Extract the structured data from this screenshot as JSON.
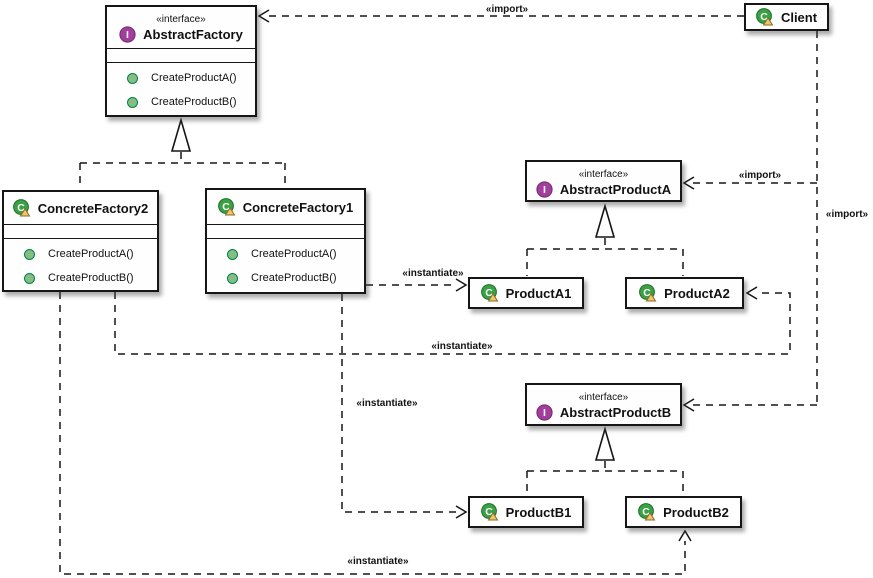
{
  "classes": {
    "abstract_factory": {
      "stereotype": "«interface»",
      "name": "AbstractFactory",
      "methods": [
        "CreateProductA()",
        "CreateProductB()"
      ]
    },
    "client": {
      "name": "Client"
    },
    "concrete_factory2": {
      "name": "ConcreteFactory2",
      "methods": [
        "CreateProductA()",
        "CreateProductB()"
      ]
    },
    "concrete_factory1": {
      "name": "ConcreteFactory1",
      "methods": [
        "CreateProductA()",
        "CreateProductB()"
      ]
    },
    "abstract_product_a": {
      "stereotype": "«interface»",
      "name": "AbstractProductA"
    },
    "product_a1": {
      "name": "ProductA1"
    },
    "product_a2": {
      "name": "ProductA2"
    },
    "abstract_product_b": {
      "stereotype": "«interface»",
      "name": "AbstractProductB"
    },
    "product_b1": {
      "name": "ProductB1"
    },
    "product_b2": {
      "name": "ProductB2"
    }
  },
  "icons": {
    "interface_letter": "I",
    "class_letter": "C"
  },
  "edge_labels": {
    "client_imports_abstract_factory": "«import»",
    "client_imports_abstract_product_a": "«import»",
    "client_imports_abstract_product_b": "«import»",
    "factory1_instantiates_product_a1": "«instantiate»",
    "factory2_instantiates_product_a2": "«instantiate»",
    "factory1_instantiates_product_b1": "«instantiate»",
    "factory2_instantiates_product_b2": "«instantiate»"
  },
  "colors": {
    "class_icon_green": "#3BA145",
    "interface_icon_purple": "#A33E9D",
    "method_public_green": "#84BE84",
    "warning_triangle_yellow": "#EFC66B",
    "line_black": "#161616",
    "box_background": "#FEFEFE"
  }
}
